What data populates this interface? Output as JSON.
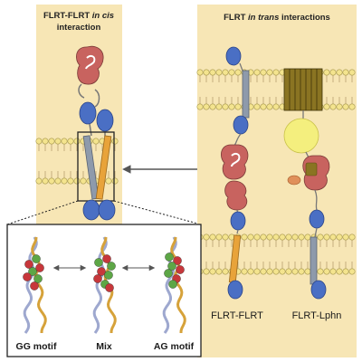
{
  "cis_panel": {
    "title_line1_part1": "FLRT-FLRT ",
    "title_line1_part2": "in cis",
    "title_line2": "interaction"
  },
  "trans_panel": {
    "title_part1": "FLRT ",
    "title_part2": "in trans",
    "title_part3": " interactions",
    "label_left": "FLRT-FLRT",
    "label_right": "FLRT-Lphn"
  },
  "inset": {
    "label_left": "GG motif",
    "label_middle": "Mix",
    "label_right": "AG motif"
  },
  "colors": {
    "panel_bg": "#f7e6b5",
    "lrr_domain": "#c8635f",
    "fn_domain": "#4a6fc4",
    "tm_orange": "#e8a33a",
    "tm_gray": "#8e9aab",
    "lipid_head": "#f4e48e",
    "lphn_gold": "#8a7422",
    "lphn_circle": "#f4ef7e",
    "helix_gold": "#d6a23a",
    "helix_lavender": "#9ea8cf",
    "sphere_red": "#c7373b",
    "sphere_green": "#5da646"
  }
}
